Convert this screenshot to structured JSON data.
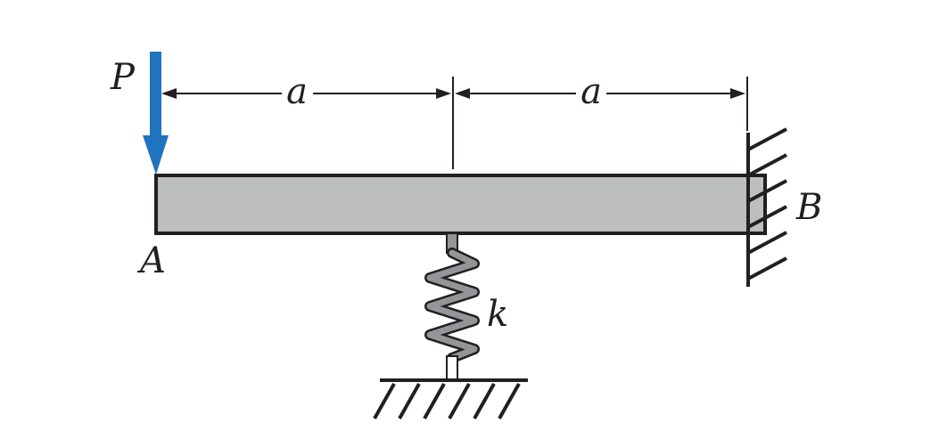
{
  "labels": {
    "load": "P",
    "end_a": "A",
    "end_b": "B",
    "span_left": "a",
    "span_right": "a",
    "spring": "k"
  },
  "colors": {
    "load_arrow": "#1f74bf",
    "beam_fill": "#bcbec0",
    "line": "#231f20",
    "spring_fill": "#939598",
    "background": "#ffffff"
  }
}
